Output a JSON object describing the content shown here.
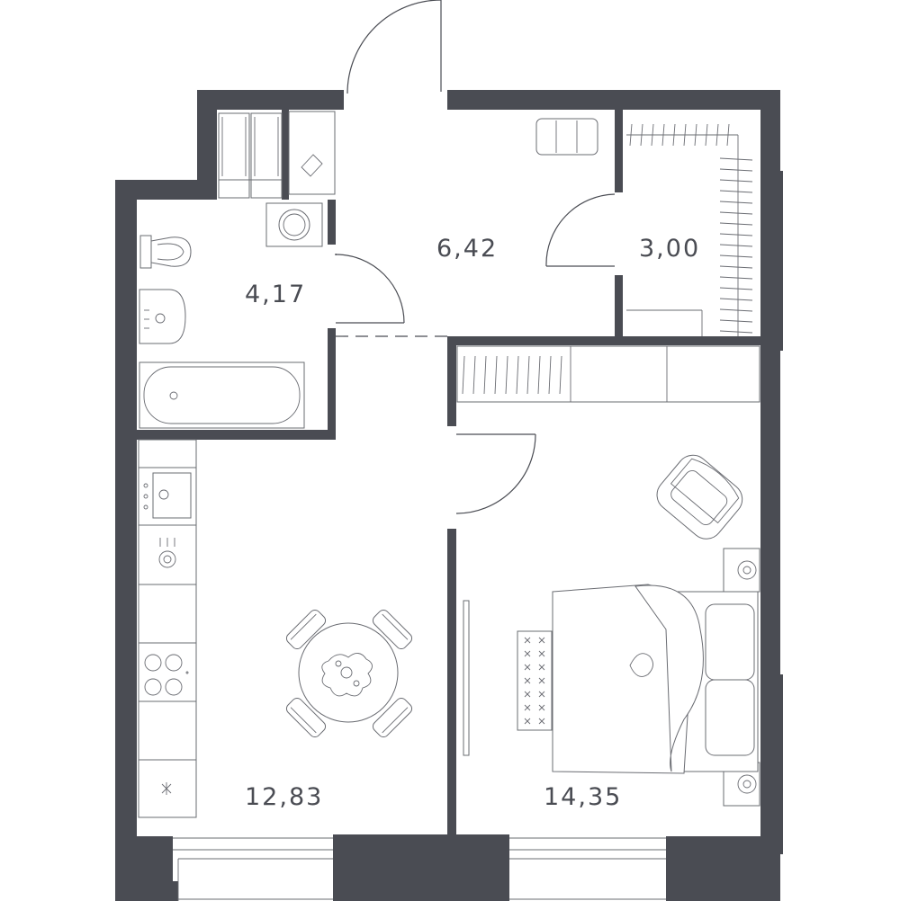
{
  "rooms": {
    "bathroom": {
      "area": "4,17"
    },
    "hallway": {
      "area": "6,42"
    },
    "wardrobe": {
      "area": "3,00"
    },
    "kitchen": {
      "area": "12,83"
    },
    "bedroom": {
      "area": "14,35"
    }
  },
  "colors": {
    "wall": "#4a4c53",
    "furniture_stroke": "#6a6c72",
    "background": "#ffffff"
  }
}
